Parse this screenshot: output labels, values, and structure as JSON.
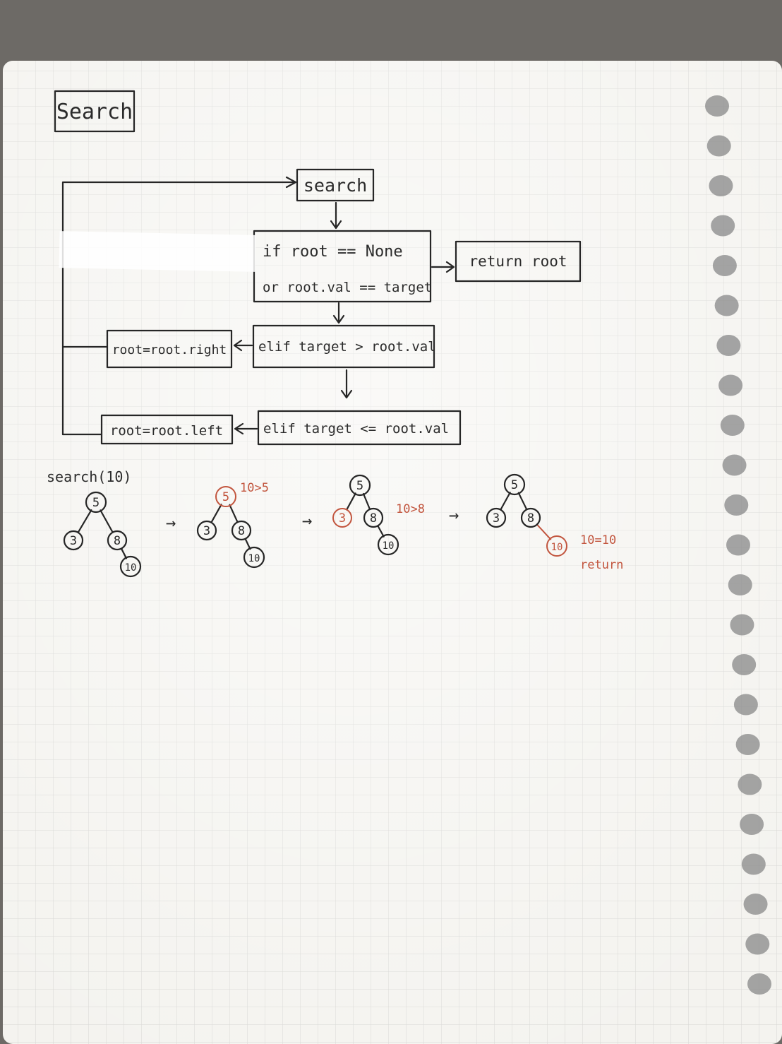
{
  "title": "Search",
  "flowchart": {
    "start": "search",
    "condition": [
      "if  root == None",
      "or  root.val == target"
    ],
    "return_box": "return root",
    "elif_right": "elif  target > root.val",
    "right_action": "root=root.right",
    "elif_left": "elif  target <= root.val",
    "left_action": "root=root.left"
  },
  "example": {
    "call": "search(10)",
    "arrow": "→",
    "nodes": [
      "5",
      "3",
      "8",
      "10"
    ],
    "step_notes": [
      "10>5",
      "10>8",
      "10=10",
      "return"
    ]
  },
  "colors": {
    "paper": "#f4f3ef",
    "grid": "#d6d6d3",
    "ink": "#262626",
    "highlight": "#c2553e",
    "ring_holes": "#8f8f8f"
  }
}
